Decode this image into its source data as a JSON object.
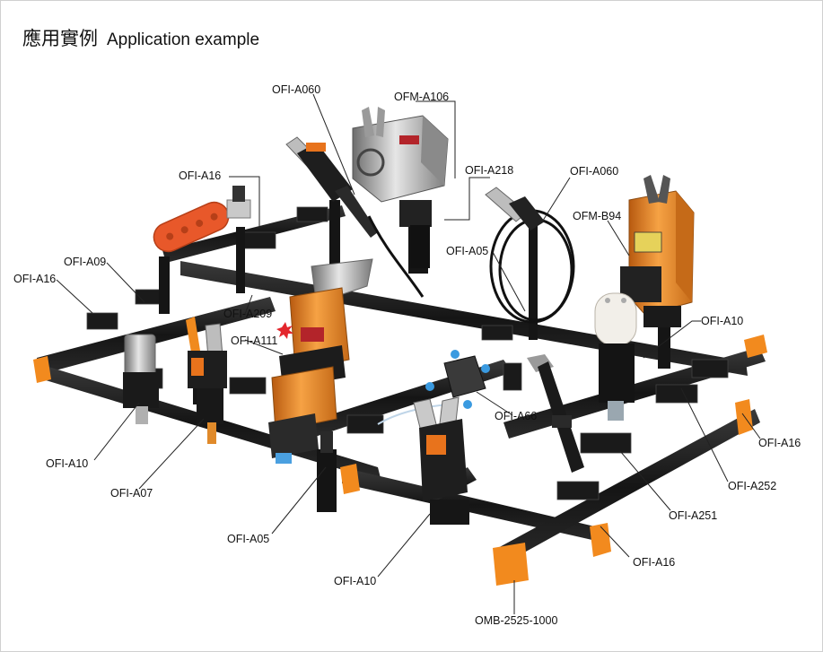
{
  "title": {
    "chinese": "應用實例",
    "english": "Application example"
  },
  "colors": {
    "rail": "#1c1c1c",
    "end_cap": "#f28a1e",
    "gripper_orange": "#ec8a2a",
    "leader_line": "#222222",
    "marker": "#e3262c"
  },
  "labels": [
    {
      "id": "ofi-a060-top",
      "text": "OFI-A060"
    },
    {
      "id": "ofm-a106",
      "text": "OFM-A106"
    },
    {
      "id": "ofi-a16-top",
      "text": "OFI-A16"
    },
    {
      "id": "ofi-a218",
      "text": "OFI-A218"
    },
    {
      "id": "ofi-a060-right",
      "text": "OFI-A060"
    },
    {
      "id": "ofm-b94",
      "text": "OFM-B94"
    },
    {
      "id": "ofi-a09",
      "text": "OFI-A09"
    },
    {
      "id": "ofi-a05-mid",
      "text": "OFI-A05"
    },
    {
      "id": "ofi-a16-left",
      "text": "OFI-A16"
    },
    {
      "id": "ofi-a209",
      "text": "OFI-A209"
    },
    {
      "id": "ofi-a111",
      "text": "OFI-A111"
    },
    {
      "id": "ofi-a10-right",
      "text": "OFI-A10"
    },
    {
      "id": "ofi-a66",
      "text": "OFI-A66"
    },
    {
      "id": "ofi-a16-right",
      "text": "OFI-A16"
    },
    {
      "id": "ofi-a10-left",
      "text": "OFI-A10"
    },
    {
      "id": "ofi-a252",
      "text": "OFI-A252"
    },
    {
      "id": "ofi-a07",
      "text": "OFI-A07"
    },
    {
      "id": "ofi-a251",
      "text": "OFI-A251"
    },
    {
      "id": "ofi-a05-bottom",
      "text": "OFI-A05"
    },
    {
      "id": "ofi-a16-bottom",
      "text": "OFI-A16"
    },
    {
      "id": "ofi-a10-bottom",
      "text": "OFI-A10"
    },
    {
      "id": "omb-2525-1000",
      "text": "OMB-2525-1000"
    }
  ]
}
